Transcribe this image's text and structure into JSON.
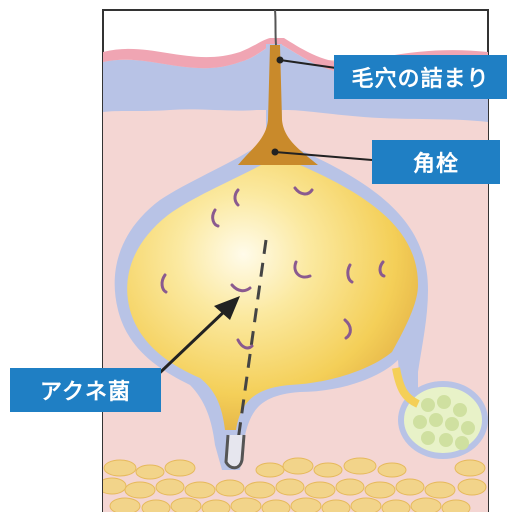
{
  "labels": {
    "clogged_pore": "毛穴の詰まり",
    "keratin_plug": "角栓",
    "acne_bacteria": "アクネ菌"
  },
  "colors": {
    "label_bg": "#1f7fc4",
    "label_text": "#ffffff",
    "skin": "#f4d6d3",
    "membrane": "#b8c3e6",
    "sebum": "#f7d866",
    "plug": "#c98a2b",
    "fat": "#f2d48a"
  }
}
